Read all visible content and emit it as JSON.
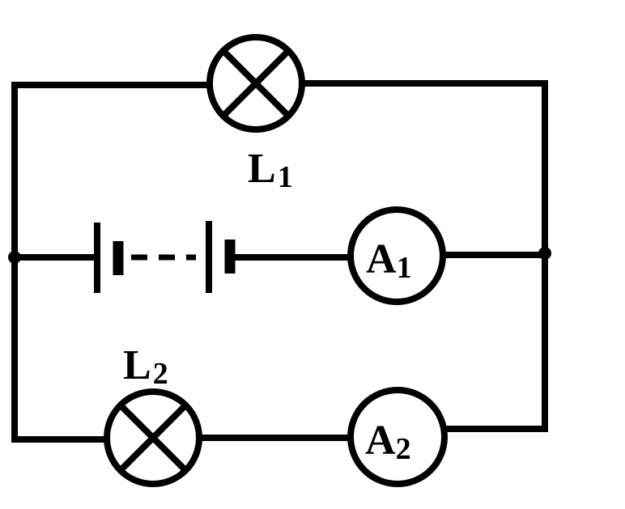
{
  "diagram": {
    "lamp_top": {
      "letter": "L",
      "sub": "1"
    },
    "lamp_bottom": {
      "letter": "L",
      "sub": "2"
    },
    "meter_mid": {
      "letter": "A",
      "sub": "1"
    },
    "meter_bottom": {
      "letter": "A",
      "sub": "2"
    }
  }
}
